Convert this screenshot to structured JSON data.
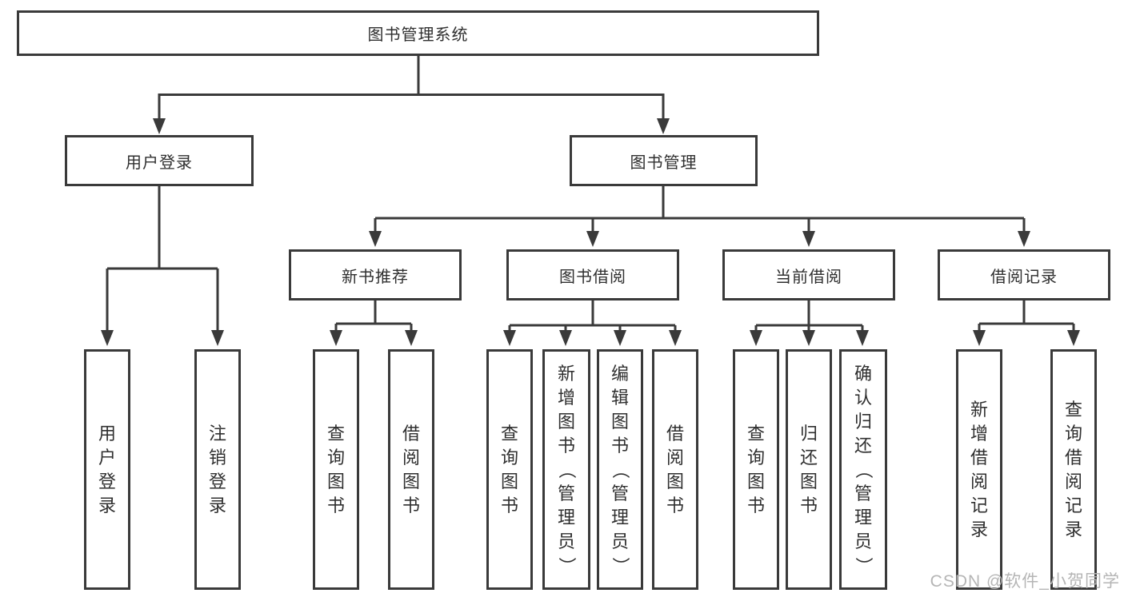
{
  "colors": {
    "line": "#3a3a3a",
    "border": "#3a3a3a",
    "text": "#2f2f2f",
    "background": "#ffffff",
    "watermark": "#b5b5b5"
  },
  "diagram": {
    "root": {
      "label": "图书管理系统"
    },
    "level2": [
      {
        "label": "用户登录"
      },
      {
        "label": "图书管理"
      }
    ],
    "level3": [
      {
        "label": "新书推荐"
      },
      {
        "label": "图书借阅"
      },
      {
        "label": "当前借阅"
      },
      {
        "label": "借阅记录"
      }
    ],
    "leaves": [
      {
        "label": "用户登录"
      },
      {
        "label": "注销登录"
      },
      {
        "label": "查询图书"
      },
      {
        "label": "借阅图书"
      },
      {
        "label": "查询图书"
      },
      {
        "label": "新增图书（管理员）"
      },
      {
        "label": "编辑图书（管理员）"
      },
      {
        "label": "借阅图书"
      },
      {
        "label": "查询图书"
      },
      {
        "label": "归还图书"
      },
      {
        "label": "确认归还（管理员）"
      },
      {
        "label": "新增借阅记录"
      },
      {
        "label": "查询借阅记录"
      }
    ]
  },
  "watermark": {
    "text": "CSDN @软件_小贺同学"
  }
}
